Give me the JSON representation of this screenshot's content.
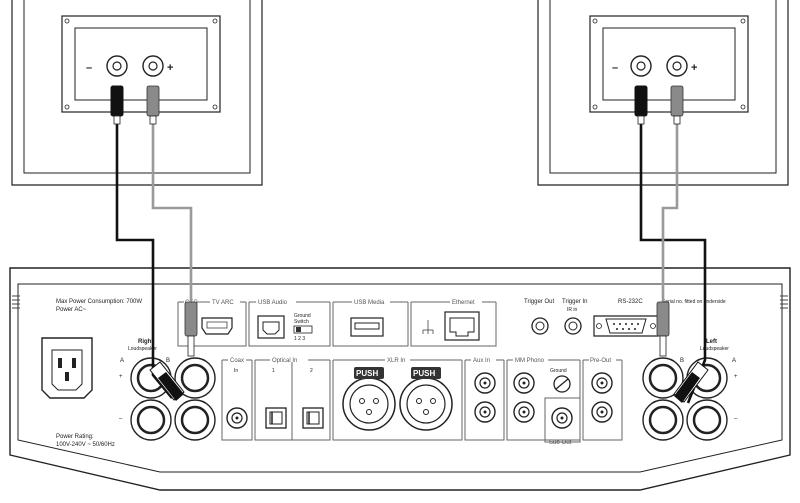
{
  "speakers": {
    "right": {
      "minus": "–",
      "plus": "+"
    },
    "left": {
      "minus": "–",
      "plus": "+"
    }
  },
  "panel": {
    "power_consumption": "Max Power Consumption: 700W",
    "power_ac": "Power AC~",
    "power_rating_title": "Power Rating:",
    "power_rating_value": "100V-240V ~ 50/60Hz",
    "sections": {
      "cec": "CEC",
      "tv_arc": "TV ARC",
      "usb_audio": "USB Audio",
      "ground_switch_1": "Ground",
      "ground_switch_2": "Switch",
      "ground_switch_pos": "1  2  3",
      "usb_media": "USB Media",
      "ethernet": "Ethernet",
      "trigger_out": "Trigger Out",
      "trigger_in": "Trigger In",
      "ir_in": "IR in",
      "rs232c": "RS-232C",
      "serial_note": "Serial no. fitted on underside",
      "coax": "Coax",
      "coax_in": "In",
      "optical_in": "Optical In",
      "optical_1": "1",
      "optical_2": "2",
      "xlr_in": "XLR In",
      "push_1": "PUSH",
      "push_2": "PUSH",
      "aux_in": "Aux In",
      "mm_phono": "MM Phono",
      "ground": "Ground",
      "pre_out": "Pre-Out",
      "sub_out": "Sub-Out"
    },
    "right_terminals": {
      "label_1": "Right",
      "label_2": "Loudspeaker",
      "a": "A",
      "b": "B",
      "plus": "+",
      "minus": "–"
    },
    "left_terminals": {
      "label_1": "Left",
      "label_2": "Loudspeaker",
      "a": "A",
      "b": "B",
      "plus": "+",
      "minus": "–"
    }
  }
}
